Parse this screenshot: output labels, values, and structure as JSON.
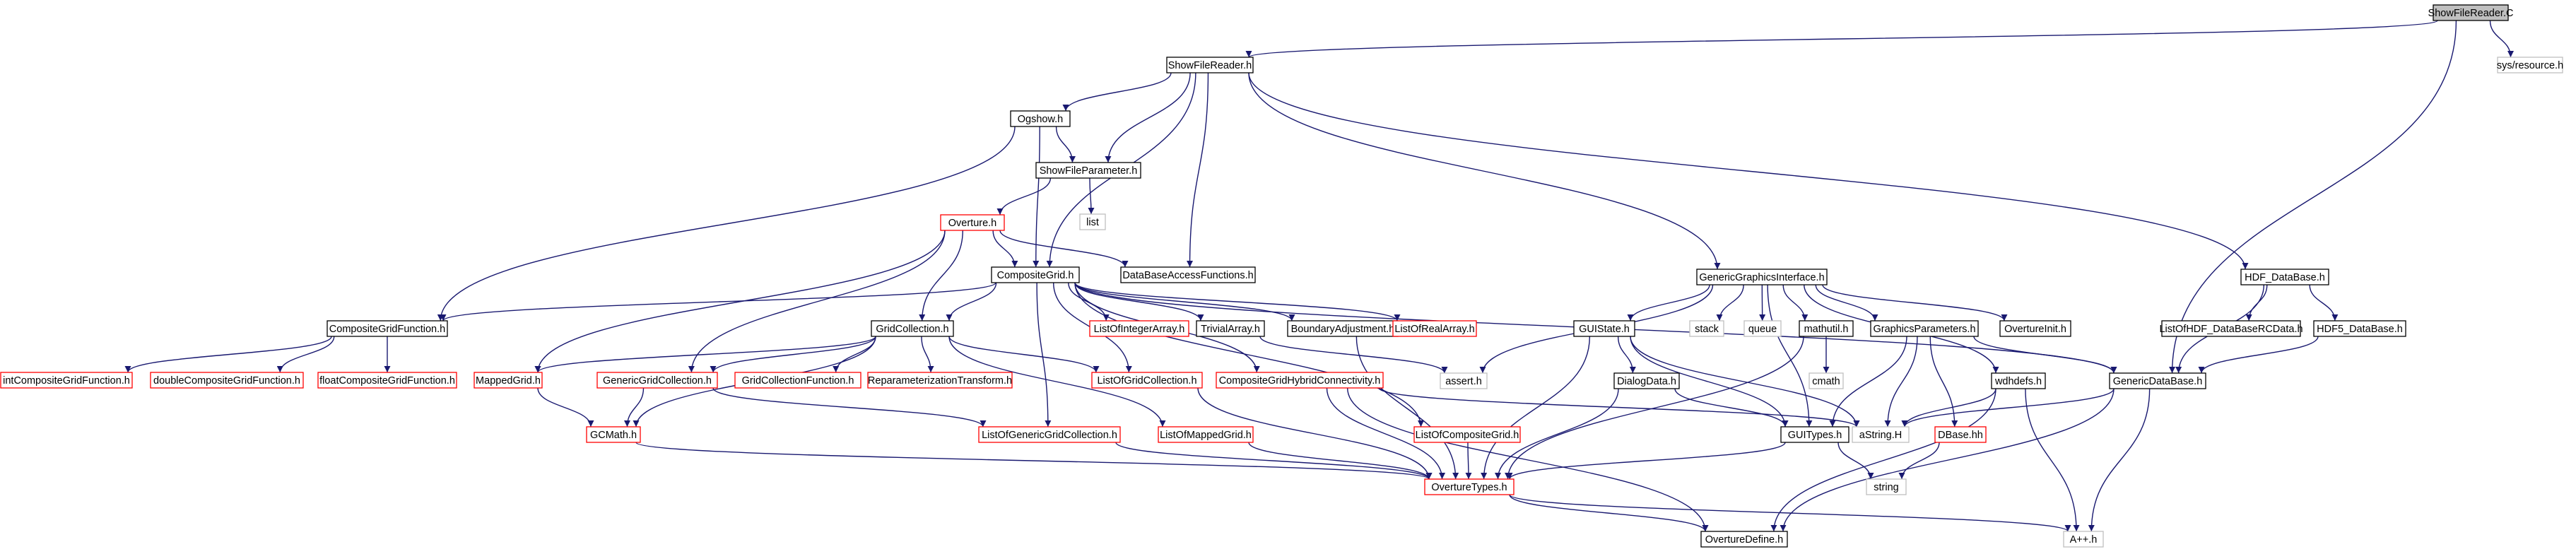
{
  "diagram": {
    "type": "include-dependency-graph",
    "root": "ShowFileReader.C",
    "nodes": [
      {
        "id": "ShowFileReader_C",
        "label": "ShowFileReader.C",
        "kind": "root"
      },
      {
        "id": "ShowFileReader_h",
        "label": "ShowFileReader.h",
        "kind": "documented"
      },
      {
        "id": "sys_resource_h",
        "label": "sys/resource.h",
        "kind": "system"
      },
      {
        "id": "Ogshow_h",
        "label": "Ogshow.h",
        "kind": "documented"
      },
      {
        "id": "ShowFileParameter_h",
        "label": "ShowFileParameter.h",
        "kind": "documented"
      },
      {
        "id": "list",
        "label": "list",
        "kind": "system"
      },
      {
        "id": "Overture_h",
        "label": "Overture.h",
        "kind": "truncated"
      },
      {
        "id": "CompositeGrid_h",
        "label": "CompositeGrid.h",
        "kind": "documented"
      },
      {
        "id": "DataBaseAccessFunctions_h",
        "label": "DataBaseAccessFunctions.h",
        "kind": "documented"
      },
      {
        "id": "GenericGraphicsInterface_h",
        "label": "GenericGraphicsInterface.h",
        "kind": "documented"
      },
      {
        "id": "HDF_DataBase_h",
        "label": "HDF_DataBase.h",
        "kind": "documented"
      },
      {
        "id": "CompositeGridFunction_h",
        "label": "CompositeGridFunction.h",
        "kind": "documented"
      },
      {
        "id": "intCompositeGridFunction_h",
        "label": "intCompositeGridFunction.h",
        "kind": "truncated"
      },
      {
        "id": "doubleCompositeGridFunction_h",
        "label": "doubleCompositeGridFunction.h",
        "kind": "truncated"
      },
      {
        "id": "floatCompositeGridFunction_h",
        "label": "floatCompositeGridFunction.h",
        "kind": "truncated"
      },
      {
        "id": "GridCollection_h",
        "label": "GridCollection.h",
        "kind": "documented"
      },
      {
        "id": "ListOfIntegerArray_h",
        "label": "ListOfIntegerArray.h",
        "kind": "truncated"
      },
      {
        "id": "TrivialArray_h",
        "label": "TrivialArray.h",
        "kind": "documented"
      },
      {
        "id": "BoundaryAdjustment_h",
        "label": "BoundaryAdjustment.h",
        "kind": "documented"
      },
      {
        "id": "ListOfRealArray_h",
        "label": "ListOfRealArray.h",
        "kind": "truncated"
      },
      {
        "id": "MappedGrid_h",
        "label": "MappedGrid.h",
        "kind": "truncated"
      },
      {
        "id": "GenericGridCollection_h",
        "label": "GenericGridCollection.h",
        "kind": "truncated"
      },
      {
        "id": "GridCollectionFunction_h",
        "label": "GridCollectionFunction.h",
        "kind": "truncated"
      },
      {
        "id": "ReparameterizationTransform_h",
        "label": "ReparameterizationTransform.h",
        "kind": "truncated"
      },
      {
        "id": "ListOfGridCollection_h",
        "label": "ListOfGridCollection.h",
        "kind": "truncated"
      },
      {
        "id": "CompositeGridHybridConnectivity_h",
        "label": "CompositeGridHybridConnectivity.h",
        "kind": "truncated"
      },
      {
        "id": "GCMath_h",
        "label": "GCMath.h",
        "kind": "truncated"
      },
      {
        "id": "ListOfGenericGridCollection_h",
        "label": "ListOfGenericGridCollection.h",
        "kind": "truncated"
      },
      {
        "id": "ListOfMappedGrid_h",
        "label": "ListOfMappedGrid.h",
        "kind": "truncated"
      },
      {
        "id": "ListOfCompositeGrid_h",
        "label": "ListOfCompositeGrid.h",
        "kind": "truncated"
      },
      {
        "id": "OvertureTypes_h",
        "label": "OvertureTypes.h",
        "kind": "truncated"
      },
      {
        "id": "OvertureDefine_h",
        "label": "OvertureDefine.h",
        "kind": "documented"
      },
      {
        "id": "assert_h",
        "label": "assert.h",
        "kind": "system"
      },
      {
        "id": "GUIState_h",
        "label": "GUIState.h",
        "kind": "documented"
      },
      {
        "id": "DialogData_h",
        "label": "DialogData.h",
        "kind": "documented"
      },
      {
        "id": "stack",
        "label": "stack",
        "kind": "system"
      },
      {
        "id": "queue",
        "label": "queue",
        "kind": "system"
      },
      {
        "id": "mathutil_h",
        "label": "mathutil.h",
        "kind": "documented"
      },
      {
        "id": "cmath",
        "label": "cmath",
        "kind": "system"
      },
      {
        "id": "GraphicsParameters_h",
        "label": "GraphicsParameters.h",
        "kind": "documented"
      },
      {
        "id": "OvertureInit_h",
        "label": "OvertureInit.h",
        "kind": "documented"
      },
      {
        "id": "wdhdefs_h",
        "label": "wdhdefs.h",
        "kind": "documented"
      },
      {
        "id": "GUITypes_h",
        "label": "GUITypes.h",
        "kind": "documented"
      },
      {
        "id": "aString_H",
        "label": "aString.H",
        "kind": "system"
      },
      {
        "id": "DBase_hh",
        "label": "DBase.hh",
        "kind": "truncated"
      },
      {
        "id": "string",
        "label": "string",
        "kind": "system"
      },
      {
        "id": "App_h",
        "label": "A++.h",
        "kind": "system"
      },
      {
        "id": "GenericDataBase_h",
        "label": "GenericDataBase.h",
        "kind": "documented"
      },
      {
        "id": "ListOfHDF_DataBaseRCData_h",
        "label": "ListOfHDF_DataBaseRCData.h",
        "kind": "documented"
      },
      {
        "id": "HDF5_DataBase_h",
        "label": "HDF5_DataBase.h",
        "kind": "documented"
      }
    ],
    "edges": [
      [
        "ShowFileReader_C",
        "ShowFileReader_h"
      ],
      [
        "ShowFileReader_C",
        "sys_resource_h"
      ],
      [
        "ShowFileReader_C",
        "GenericDataBase_h"
      ],
      [
        "ShowFileReader_h",
        "Ogshow_h"
      ],
      [
        "ShowFileReader_h",
        "ShowFileParameter_h"
      ],
      [
        "ShowFileReader_h",
        "CompositeGrid_h"
      ],
      [
        "ShowFileReader_h",
        "DataBaseAccessFunctions_h"
      ],
      [
        "ShowFileReader_h",
        "GenericGraphicsInterface_h"
      ],
      [
        "ShowFileReader_h",
        "HDF_DataBase_h"
      ],
      [
        "Ogshow_h",
        "ShowFileParameter_h"
      ],
      [
        "Ogshow_h",
        "CompositeGrid_h"
      ],
      [
        "Ogshow_h",
        "CompositeGridFunction_h"
      ],
      [
        "ShowFileParameter_h",
        "list"
      ],
      [
        "ShowFileParameter_h",
        "Overture_h"
      ],
      [
        "Overture_h",
        "CompositeGrid_h"
      ],
      [
        "Overture_h",
        "DataBaseAccessFunctions_h"
      ],
      [
        "Overture_h",
        "GridCollection_h"
      ],
      [
        "Overture_h",
        "MappedGrid_h"
      ],
      [
        "Overture_h",
        "GenericGridCollection_h"
      ],
      [
        "CompositeGrid_h",
        "CompositeGridFunction_h"
      ],
      [
        "CompositeGrid_h",
        "GridCollection_h"
      ],
      [
        "CompositeGrid_h",
        "ListOfIntegerArray_h"
      ],
      [
        "CompositeGrid_h",
        "TrivialArray_h"
      ],
      [
        "CompositeGrid_h",
        "BoundaryAdjustment_h"
      ],
      [
        "CompositeGrid_h",
        "ListOfRealArray_h"
      ],
      [
        "CompositeGrid_h",
        "ListOfGridCollection_h"
      ],
      [
        "CompositeGrid_h",
        "CompositeGridHybridConnectivity_h"
      ],
      [
        "CompositeGrid_h",
        "ListOfCompositeGrid_h"
      ],
      [
        "CompositeGrid_h",
        "ListOfGenericGridCollection_h"
      ],
      [
        "CompositeGrid_h",
        "GenericDataBase_h"
      ],
      [
        "CompositeGridFunction_h",
        "intCompositeGridFunction_h"
      ],
      [
        "CompositeGridFunction_h",
        "doubleCompositeGridFunction_h"
      ],
      [
        "CompositeGridFunction_h",
        "floatCompositeGridFunction_h"
      ],
      [
        "GridCollection_h",
        "MappedGrid_h"
      ],
      [
        "GridCollection_h",
        "GenericGridCollection_h"
      ],
      [
        "GridCollection_h",
        "GridCollectionFunction_h"
      ],
      [
        "GridCollection_h",
        "ReparameterizationTransform_h"
      ],
      [
        "GridCollection_h",
        "ListOfGridCollection_h"
      ],
      [
        "GridCollection_h",
        "ListOfMappedGrid_h"
      ],
      [
        "GridCollection_h",
        "GCMath_h"
      ],
      [
        "TrivialArray_h",
        "assert_h"
      ],
      [
        "BoundaryAdjustment_h",
        "OvertureTypes_h"
      ],
      [
        "MappedGrid_h",
        "GCMath_h"
      ],
      [
        "GenericGridCollection_h",
        "GCMath_h"
      ],
      [
        "GenericGridCollection_h",
        "ListOfGenericGridCollection_h"
      ],
      [
        "GCMath_h",
        "OvertureTypes_h"
      ],
      [
        "ListOfGridCollection_h",
        "OvertureTypes_h"
      ],
      [
        "CompositeGridHybridConnectivity_h",
        "OvertureTypes_h"
      ],
      [
        "CompositeGridHybridConnectivity_h",
        "aString_H"
      ],
      [
        "CompositeGridHybridConnectivity_h",
        "OvertureDefine_h"
      ],
      [
        "ListOfGenericGridCollection_h",
        "OvertureTypes_h"
      ],
      [
        "ListOfMappedGrid_h",
        "OvertureTypes_h"
      ],
      [
        "ListOfCompositeGrid_h",
        "OvertureTypes_h"
      ],
      [
        "OvertureTypes_h",
        "OvertureDefine_h"
      ],
      [
        "OvertureTypes_h",
        "App_h"
      ],
      [
        "GenericGraphicsInterface_h",
        "GUIState_h"
      ],
      [
        "GenericGraphicsInterface_h",
        "stack"
      ],
      [
        "GenericGraphicsInterface_h",
        "queue"
      ],
      [
        "GenericGraphicsInterface_h",
        "mathutil_h"
      ],
      [
        "GenericGraphicsInterface_h",
        "GraphicsParameters_h"
      ],
      [
        "GenericGraphicsInterface_h",
        "OvertureInit_h"
      ],
      [
        "GenericGraphicsInterface_h",
        "wdhdefs_h"
      ],
      [
        "GenericGraphicsInterface_h",
        "assert_h"
      ],
      [
        "GenericGraphicsInterface_h",
        "GUITypes_h"
      ],
      [
        "GUIState_h",
        "DialogData_h"
      ],
      [
        "GUIState_h",
        "GUITypes_h"
      ],
      [
        "GUIState_h",
        "OvertureTypes_h"
      ],
      [
        "GUIState_h",
        "aString_H"
      ],
      [
        "DialogData_h",
        "GUITypes_h"
      ],
      [
        "DialogData_h",
        "OvertureTypes_h"
      ],
      [
        "mathutil_h",
        "cmath"
      ],
      [
        "mathutil_h",
        "OvertureTypes_h"
      ],
      [
        "GraphicsParameters_h",
        "GUITypes_h"
      ],
      [
        "GraphicsParameters_h",
        "aString_H"
      ],
      [
        "GraphicsParameters_h",
        "DBase_hh"
      ],
      [
        "GraphicsParameters_h",
        "GenericDataBase_h"
      ],
      [
        "wdhdefs_h",
        "aString_H"
      ],
      [
        "wdhdefs_h",
        "App_h"
      ],
      [
        "wdhdefs_h",
        "OvertureDefine_h"
      ],
      [
        "GUITypes_h",
        "OvertureTypes_h"
      ],
      [
        "GUITypes_h",
        "string"
      ],
      [
        "DBase_hh",
        "string"
      ],
      [
        "HDF_DataBase_h",
        "ListOfHDF_DataBaseRCData_h"
      ],
      [
        "HDF_DataBase_h",
        "HDF5_DataBase_h"
      ],
      [
        "HDF_DataBase_h",
        "GenericDataBase_h"
      ],
      [
        "HDF5_DataBase_h",
        "GenericDataBase_h"
      ],
      [
        "GenericDataBase_h",
        "aString_H"
      ],
      [
        "GenericDataBase_h",
        "OvertureDefine_h"
      ],
      [
        "GenericDataBase_h",
        "App_h"
      ]
    ]
  },
  "colors": {
    "edge": "#191970",
    "root_fill": "#bfbfbf",
    "documented_border": "#000000",
    "truncated_border": "#ff0000",
    "system_border": "#bfbfbf",
    "text": "#000000"
  }
}
